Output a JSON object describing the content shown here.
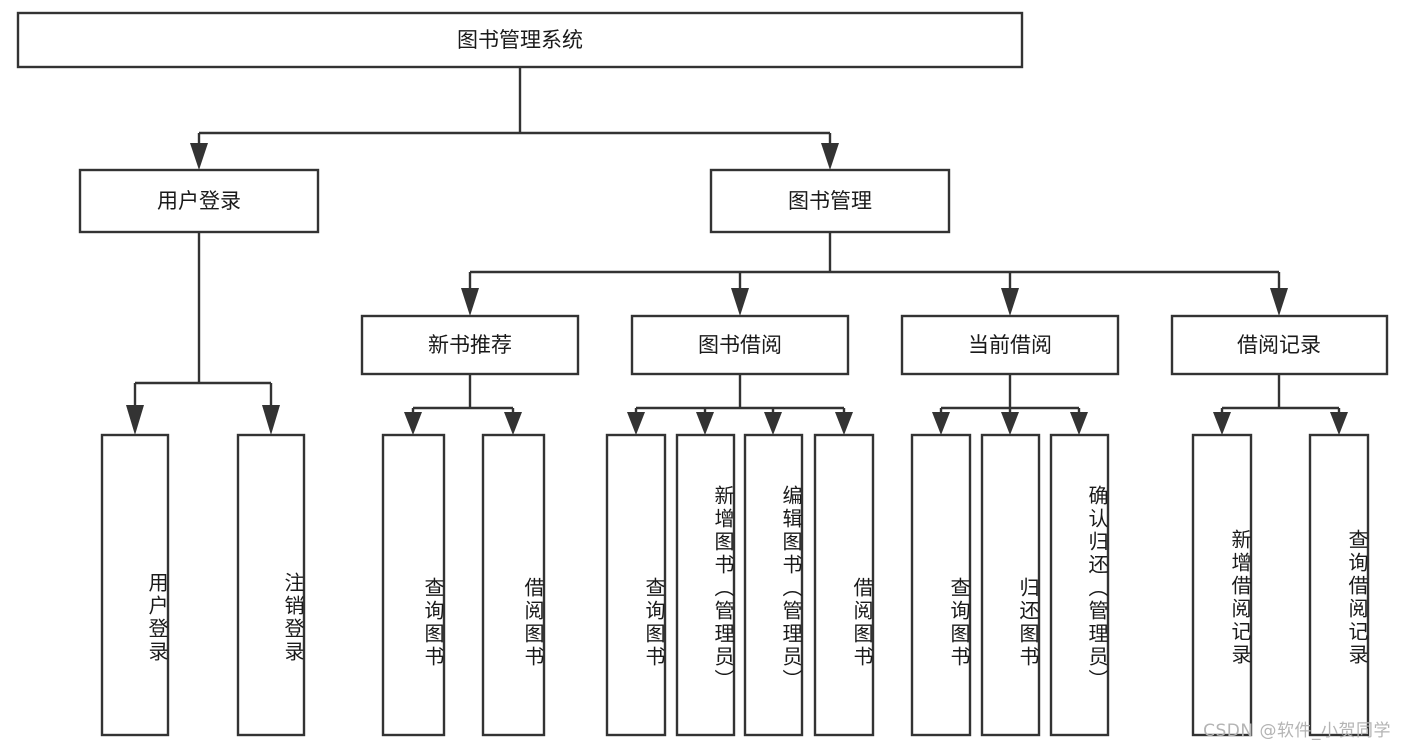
{
  "diagram": {
    "title": "图书管理系统",
    "type": "hierarchy-tree",
    "root": {
      "label": "图书管理系统"
    },
    "level2": [
      {
        "label": "用户登录"
      },
      {
        "label": "图书管理"
      }
    ],
    "level3": [
      {
        "label": "新书推荐"
      },
      {
        "label": "图书借阅"
      },
      {
        "label": "当前借阅"
      },
      {
        "label": "借阅记录"
      }
    ],
    "leaves": {
      "user_login": [
        {
          "label": "用户登录"
        },
        {
          "label": "注销登录"
        }
      ],
      "new_book_recommend": [
        {
          "label": "查询图书"
        },
        {
          "label": "借阅图书"
        }
      ],
      "book_borrow": [
        {
          "label": "查询图书"
        },
        {
          "label": "新增图书（管理员）"
        },
        {
          "label": "编辑图书（管理员）"
        },
        {
          "label": "借阅图书"
        }
      ],
      "current_borrow": [
        {
          "label": "查询图书"
        },
        {
          "label": "归还图书"
        },
        {
          "label": "确认归还（管理员）"
        }
      ],
      "borrow_record": [
        {
          "label": "新增借阅记录"
        },
        {
          "label": "查询借阅记录"
        }
      ]
    }
  },
  "watermark": {
    "text": "CSDN @软件_小贺同学"
  },
  "colors": {
    "stroke": "#333333",
    "box_fill": "#ffffff",
    "text": "#1a1a1a",
    "watermark": "#b4b4b4",
    "background": "#ffffff"
  }
}
